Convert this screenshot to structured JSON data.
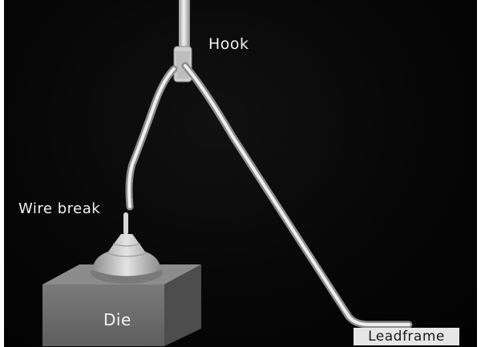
{
  "labels": {
    "hook": "Hook",
    "wire_break": "Wire break",
    "die": "Die",
    "leadframe": "Leadframe"
  },
  "colors": {
    "background": "#050505",
    "wire": "#dcdcdc",
    "die_face": "#6f6f6f",
    "die_top": "#8c8c8c",
    "ball_bond": "#bdbdbd",
    "leadframe_label_bg": "#e6e6e6"
  }
}
